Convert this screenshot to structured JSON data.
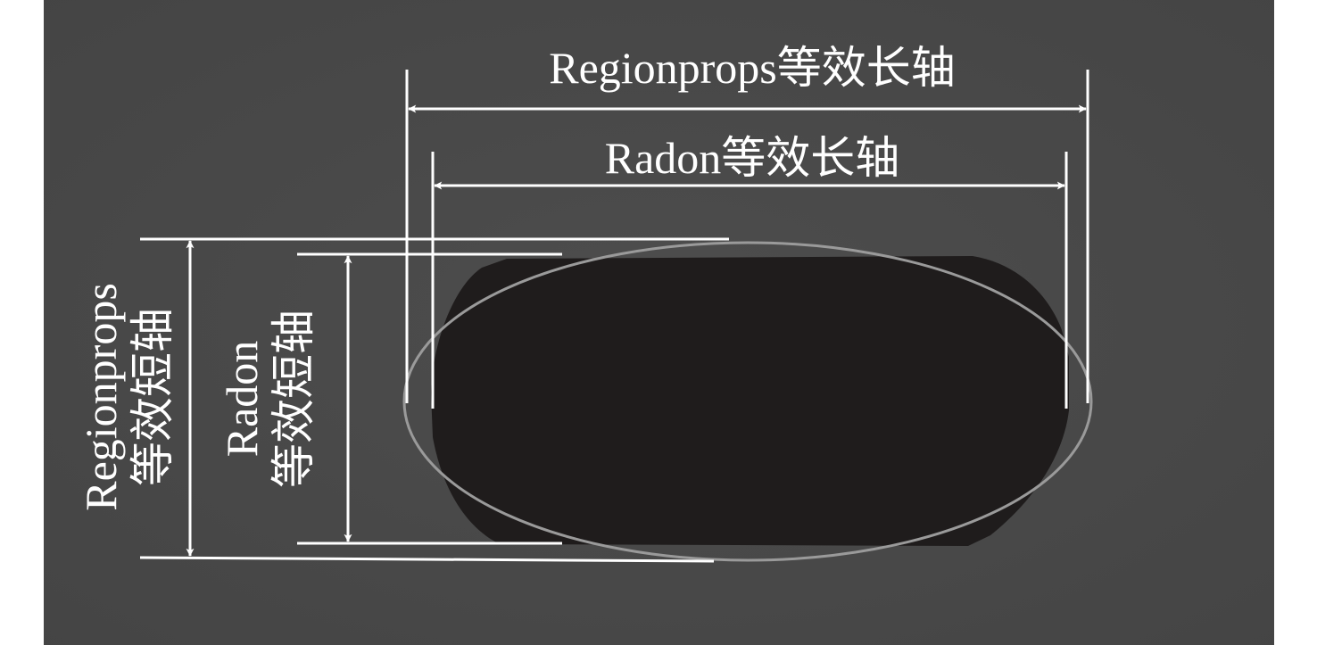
{
  "labels": {
    "regionprops_major": "Regionprops等效长轴",
    "radon_major": "Radon等效长轴",
    "regionprops_minor_line1": "Regionprops",
    "regionprops_minor_line2": "等效短轴",
    "radon_minor_line1": "Radon",
    "radon_minor_line2": "等效短轴"
  },
  "colors": {
    "outer_background": "#ffffff",
    "panel_background": "#4a4a4a",
    "blob": "#1f1c1c",
    "ellipse_outline": "#9a9a9a",
    "annotation": "#ffffff"
  }
}
